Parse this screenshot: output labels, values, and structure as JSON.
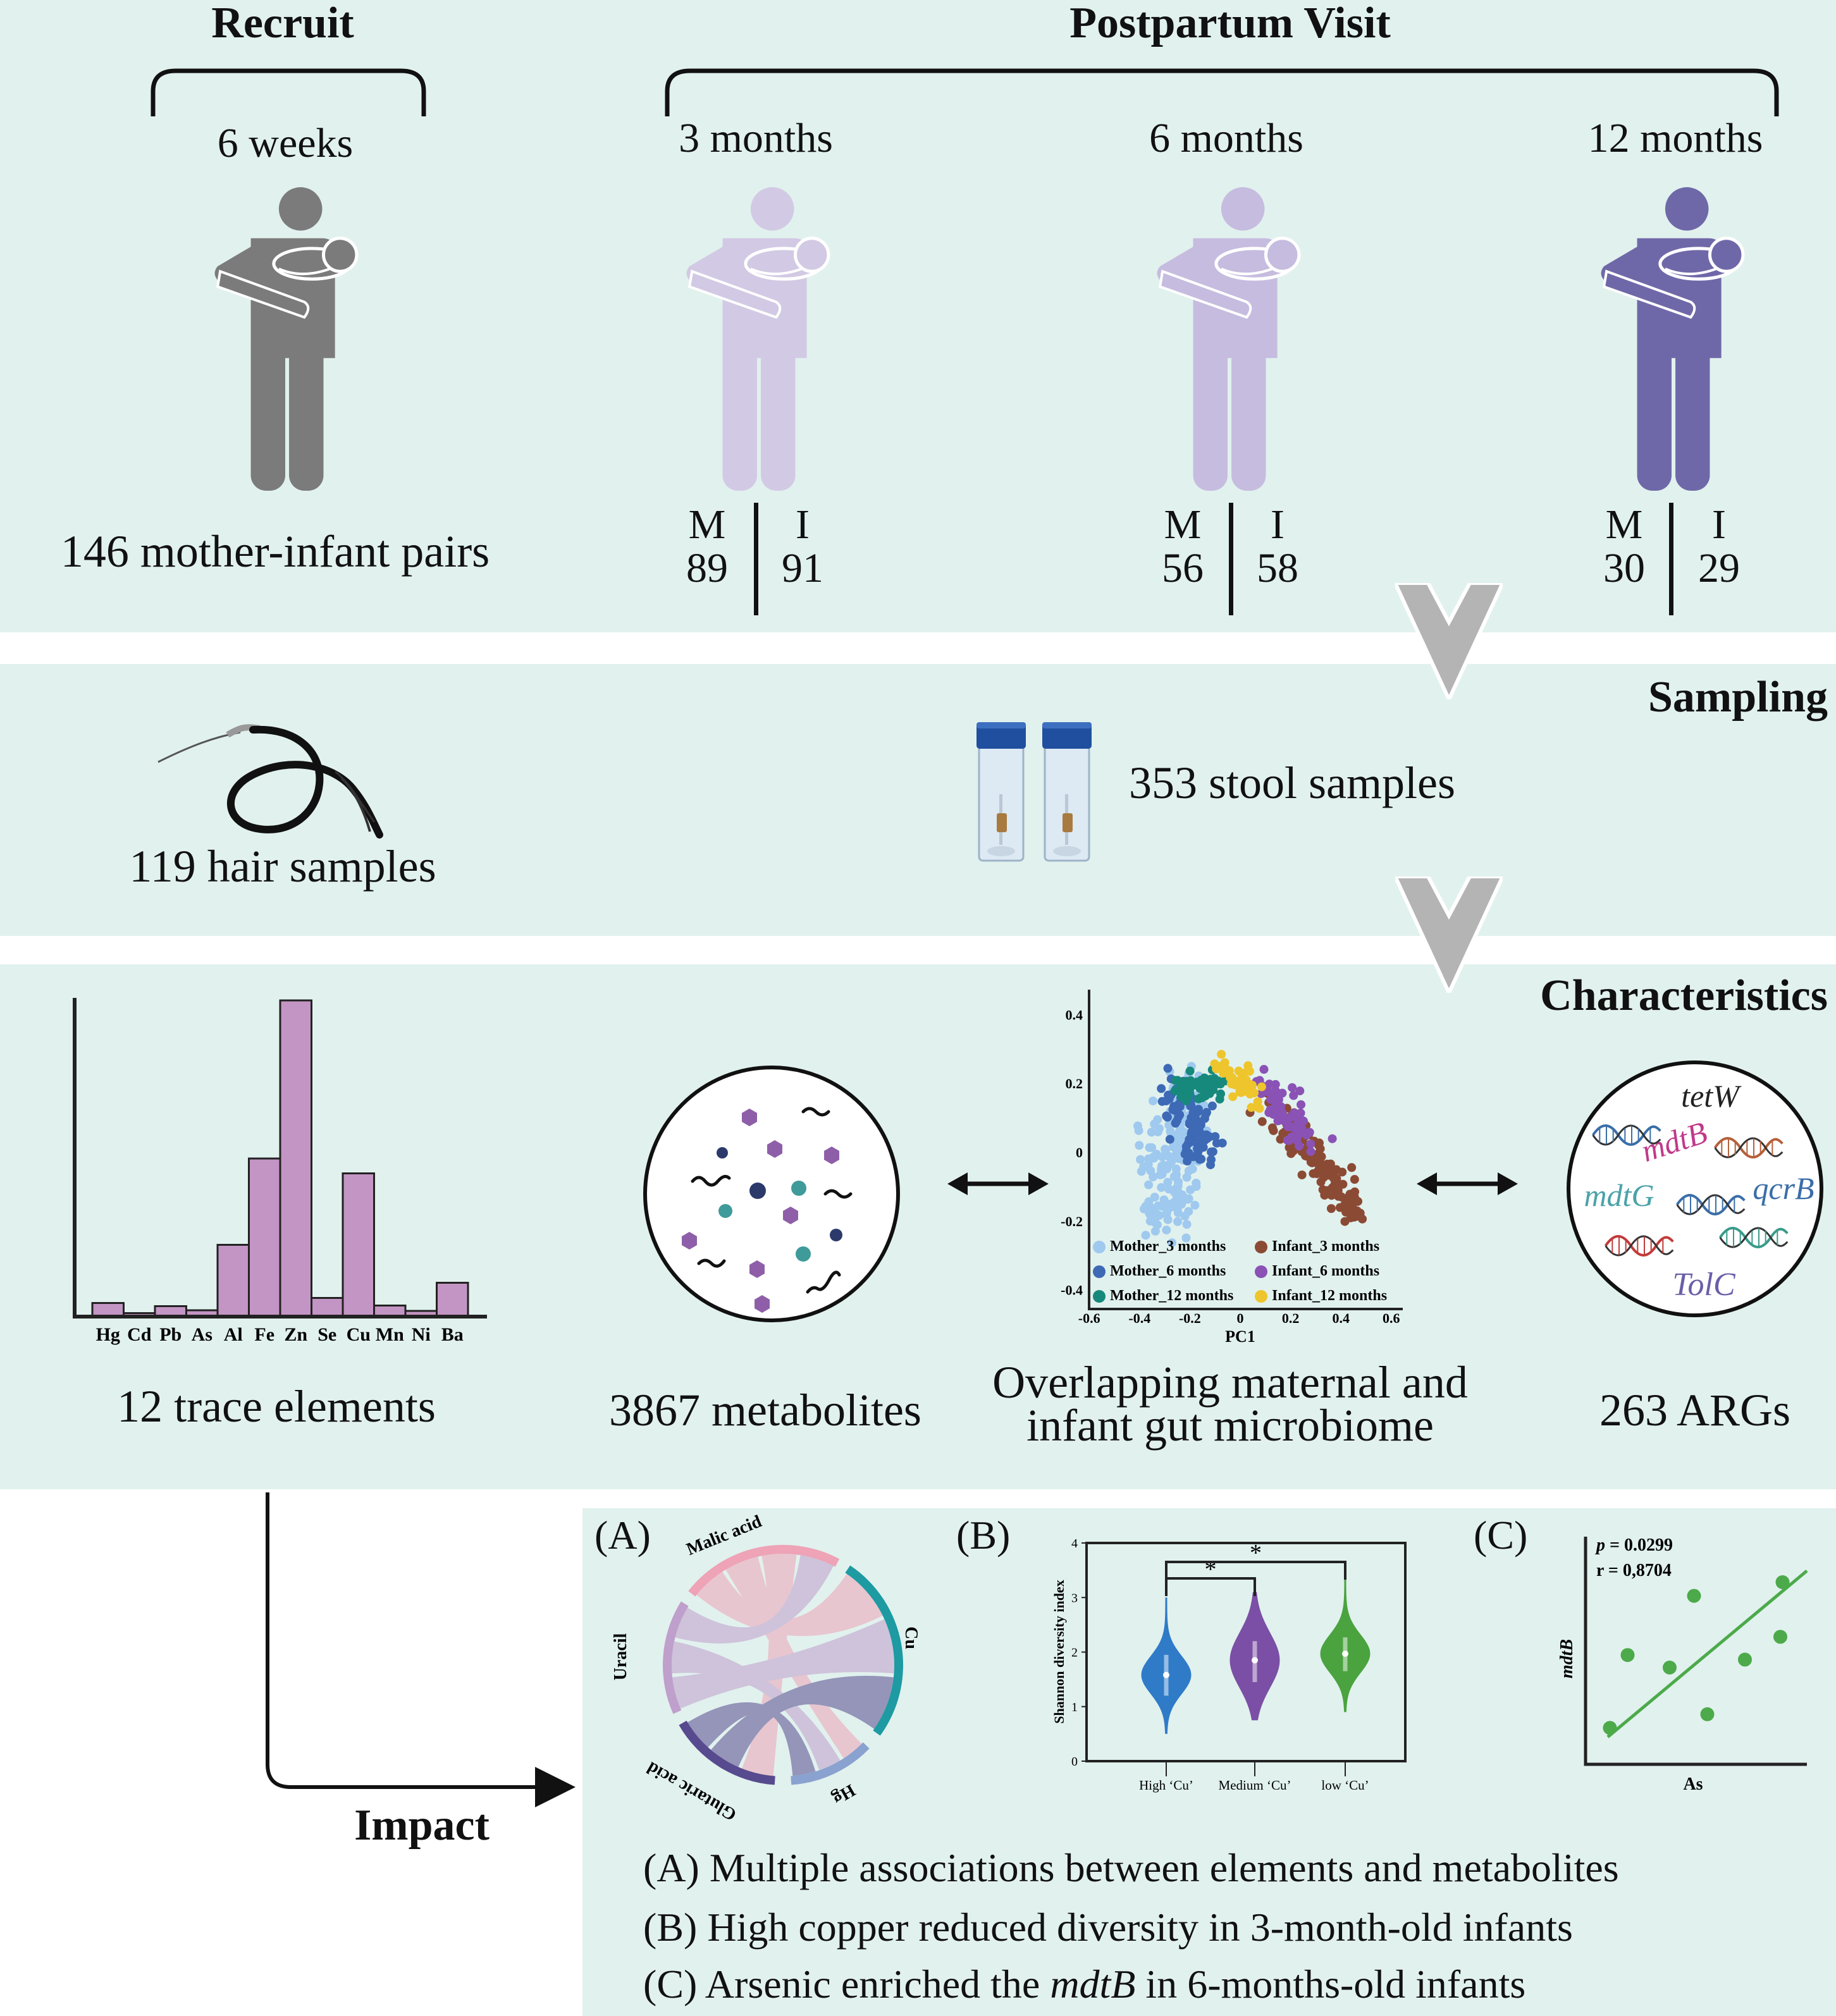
{
  "recruit": {
    "title": "Recruit",
    "period": "6 weeks",
    "pairs_label": "146 mother-infant pairs",
    "figure_color": "#7b7b7b"
  },
  "postpartum": {
    "title": "Postpartum Visit",
    "visits": [
      {
        "label": "3 months",
        "m_label": "M",
        "i_label": "I",
        "m_count": "89",
        "i_count": "91",
        "color": "#d2c9e4"
      },
      {
        "label": "6 months",
        "m_label": "M",
        "i_label": "I",
        "m_count": "56",
        "i_count": "58",
        "color": "#c6bcdf"
      },
      {
        "label": "12 months",
        "m_label": "M",
        "i_label": "I",
        "m_count": "30",
        "i_count": "29",
        "color": "#6f68a8"
      }
    ]
  },
  "sampling": {
    "title": "Sampling",
    "hair_label": "119 hair samples",
    "stool_label": "353 stool samples"
  },
  "characteristics": {
    "title": "Characteristics",
    "trace_label": "12 trace elements",
    "metabolites_label": "3867 metabolites",
    "microbiome_label_1": "Overlapping maternal and",
    "microbiome_label_2": "infant gut microbiome",
    "args_label": "263 ARGs",
    "args": [
      {
        "name": "tetW",
        "color": "#222222"
      },
      {
        "name": "mdtB",
        "color": "#c0398a"
      },
      {
        "name": "mdtG",
        "color": "#4aa3a8"
      },
      {
        "name": "qcrB",
        "color": "#3a6ea8"
      },
      {
        "name": "TolC",
        "color": "#6b5ea8"
      }
    ]
  },
  "impact": {
    "title": "Impact",
    "panel_a_label": "(A)",
    "panel_b_label": "(B)",
    "panel_c_label": "(C)",
    "summary": {
      "a": "(A) Multiple associations between elements and metabolites",
      "b": "(B) High copper reduced diversity in 3-month-old infants",
      "c_prefix": "(C) Arsenic enriched the ",
      "c_gene": "mdtB",
      "c_suffix": " in 6-months-old infants"
    }
  },
  "chart_data": [
    {
      "id": "trace-elements",
      "type": "bar",
      "categories": [
        "Hg",
        "Cd",
        "Pb",
        "As",
        "Al",
        "Fe",
        "Zn",
        "Se",
        "Cu",
        "Mn",
        "Ni",
        "Ba"
      ],
      "values": [
        4.3,
        1.1,
        3.3,
        2.0,
        22.7,
        50.0,
        100,
        5.9,
        45.3,
        3.5,
        1.8,
        10.7
      ],
      "ylim": [
        0,
        100
      ],
      "color": "#c395c4"
    },
    {
      "id": "pca",
      "type": "scatter",
      "xlabel": "PC1",
      "xlim": [
        -0.6,
        0.6
      ],
      "ylim": [
        -0.45,
        0.45
      ],
      "xticks": [
        "-0.6",
        "-0.4",
        "-0.2",
        "0",
        "0.2",
        "0.4",
        "0.6"
      ],
      "yticks": [
        "0.4",
        "0.2",
        "0",
        "-0.2",
        "-0.4"
      ],
      "legend_placement": "bottom",
      "series": [
        {
          "name": "Mother_3 months",
          "color": "#9fc9ee",
          "from": [
            -0.22,
            0.2
          ],
          "to": [
            -0.3,
            -0.22
          ],
          "spread": [
            0.085,
            0.05
          ],
          "n": 190
        },
        {
          "name": "Mother_6 months",
          "color": "#3d69b5",
          "from": [
            -0.26,
            0.17
          ],
          "to": [
            -0.14,
            0.0
          ],
          "spread": [
            0.055,
            0.04
          ],
          "n": 95
        },
        {
          "name": "Mother_12 months",
          "color": "#17897c",
          "from": [
            -0.24,
            0.18
          ],
          "to": [
            -0.08,
            0.2
          ],
          "spread": [
            0.035,
            0.03
          ],
          "n": 55
        },
        {
          "name": "Infant_3 months",
          "color": "#8b4a34",
          "from": [
            0.14,
            0.12
          ],
          "to": [
            0.46,
            -0.17
          ],
          "spread": [
            0.05,
            0.04
          ],
          "n": 150
        },
        {
          "name": "Infant_6 months",
          "color": "#8a52b5",
          "from": [
            0.1,
            0.2
          ],
          "to": [
            0.28,
            0.02
          ],
          "spread": [
            0.045,
            0.04
          ],
          "n": 60
        },
        {
          "name": "Infant_12 months",
          "color": "#eec52c",
          "from": [
            -0.08,
            0.24
          ],
          "to": [
            0.08,
            0.16
          ],
          "spread": [
            0.035,
            0.03
          ],
          "n": 50
        }
      ]
    },
    {
      "id": "chord",
      "type": "chord",
      "nodes": [
        {
          "name": "Malic acid",
          "color": "#eea3b6"
        },
        {
          "name": "Cu",
          "color": "#1d9aa2"
        },
        {
          "name": "Hg",
          "color": "#8aa2cf"
        },
        {
          "name": "Glutaric acid",
          "color": "#574a8e"
        },
        {
          "name": "Uracil",
          "color": "#bf9fcb"
        }
      ],
      "links": [
        [
          "Malic acid",
          "Cu"
        ],
        [
          "Malic acid",
          "Hg"
        ],
        [
          "Malic acid",
          "Glutaric acid"
        ],
        [
          "Uracil",
          "Cu"
        ],
        [
          "Uracil",
          "Hg"
        ],
        [
          "Glutaric acid",
          "Cu"
        ],
        [
          "Uracil",
          "Malic acid"
        ],
        [
          "Glutaric acid",
          "Hg"
        ]
      ]
    },
    {
      "id": "shannon",
      "type": "violin",
      "ylabel": "Shannon diversity index",
      "ylim": [
        0,
        4
      ],
      "yticks": [
        "0",
        "1",
        "2",
        "3",
        "4"
      ],
      "groups": [
        {
          "name": "High ‘Cu’",
          "color": "#2f7bc8",
          "min": 0.5,
          "max": 3.0,
          "median": 1.58,
          "q1": 1.2,
          "q3": 1.95,
          "sd": 0.35
        },
        {
          "name": "Medium ‘Cu’",
          "color": "#7b4fa5",
          "min": 0.75,
          "max": 3.1,
          "median": 1.85,
          "q1": 1.45,
          "q3": 2.2,
          "sd": 0.5
        },
        {
          "name": "low ‘Cu’",
          "color": "#4aa33f",
          "min": 0.9,
          "max": 3.35,
          "median": 1.97,
          "q1": 1.65,
          "q3": 2.27,
          "sd": 0.35
        }
      ],
      "significance": [
        {
          "pair": [
            "High ‘Cu’",
            "Medium ‘Cu’"
          ],
          "label": "*"
        },
        {
          "pair": [
            "High ‘Cu’",
            "low ‘Cu’"
          ],
          "label": "*"
        }
      ]
    },
    {
      "id": "correlation",
      "type": "scatter",
      "xlabel": "As",
      "ylabel": "mdtB",
      "p_label": "p",
      "p_value": "= 0.0299",
      "r_value": "r = 0,8704",
      "xlim": [
        0,
        10
      ],
      "ylim": [
        0,
        10
      ],
      "color": "#4caa4a",
      "points": [
        [
          1.1,
          1.6
        ],
        [
          1.9,
          4.8
        ],
        [
          3.8,
          4.25
        ],
        [
          4.9,
          7.4
        ],
        [
          5.5,
          2.2
        ],
        [
          7.2,
          4.6
        ],
        [
          8.8,
          5.6
        ],
        [
          8.9,
          8.0
        ]
      ],
      "fit": [
        [
          1.0,
          1.2
        ],
        [
          10,
          8.5
        ]
      ]
    }
  ]
}
